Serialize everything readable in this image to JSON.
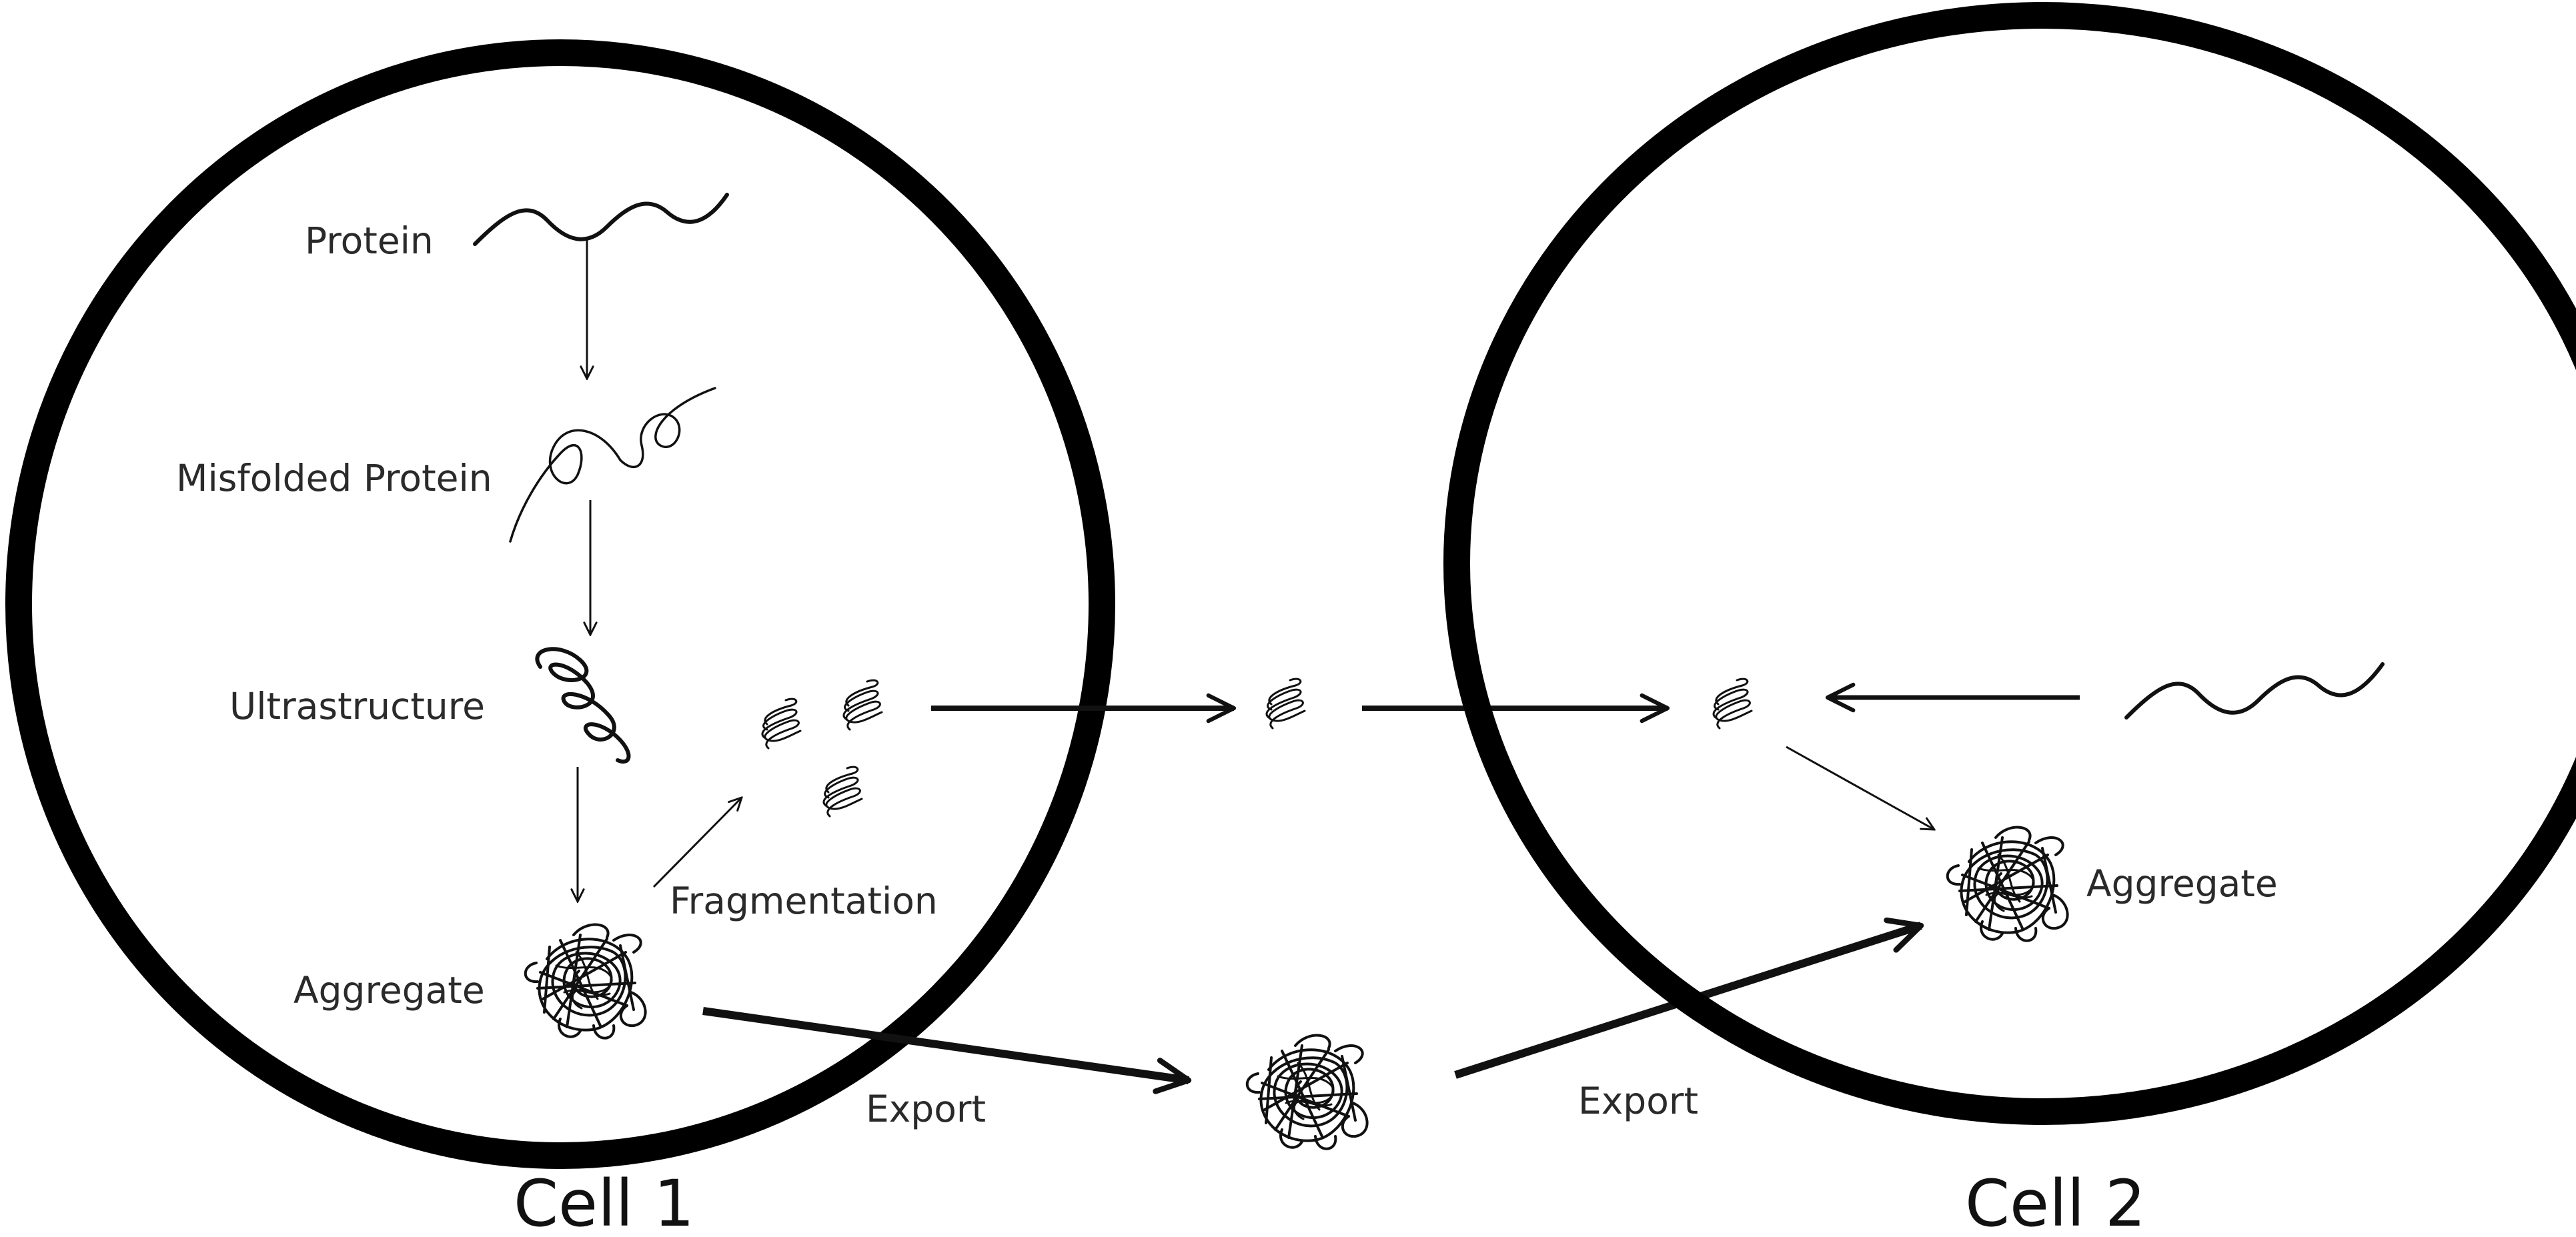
{
  "labels": {
    "protein": "Protein",
    "misfolded_protein": "Misfolded Protein",
    "ultrastructure": "Ultrastructure",
    "fragmentation": "Fragmentation",
    "aggregate_cell1": "Aggregate",
    "export_1": "Export",
    "export_2": "Export",
    "aggregate_cell2": "Aggregate",
    "cell1": "Cell 1",
    "cell2": "Cell 2"
  },
  "colors": {
    "stroke": "#111111",
    "text": "#2a2a2a",
    "background": "#ffffff"
  }
}
